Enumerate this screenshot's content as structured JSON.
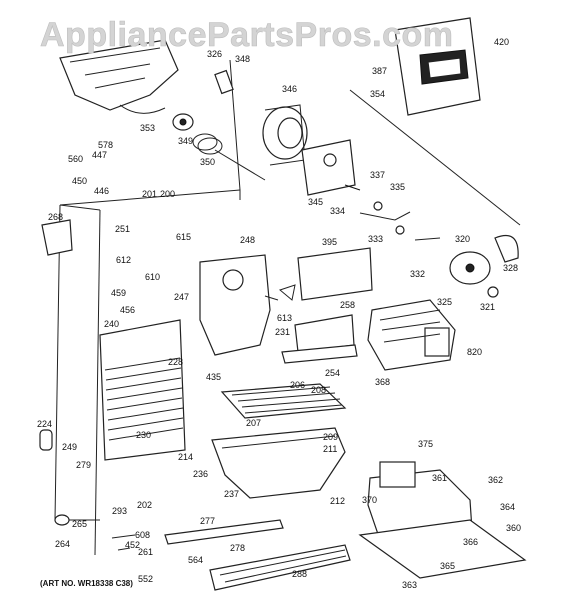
{
  "watermark": "AppliancePartsPros.com",
  "art_number": "(ART NO. WR18338 C38)",
  "callouts": [
    "326",
    "348",
    "346",
    "354",
    "387",
    "353",
    "349",
    "350",
    "578",
    "447",
    "560",
    "450",
    "446",
    "201",
    "200",
    "268",
    "251",
    "615",
    "248",
    "395",
    "337",
    "335",
    "345",
    "334",
    "333",
    "332",
    "320",
    "328",
    "612",
    "610",
    "247",
    "258",
    "325",
    "321",
    "459",
    "456",
    "240",
    "228",
    "613",
    "231",
    "820",
    "435",
    "254",
    "368",
    "206",
    "208",
    "224",
    "230",
    "207",
    "209",
    "211",
    "375",
    "249",
    "214",
    "236",
    "237",
    "212",
    "370",
    "361",
    "362",
    "279",
    "202",
    "364",
    "293",
    "265",
    "264",
    "277",
    "608",
    "452",
    "261",
    "278",
    "360",
    "366",
    "552",
    "564",
    "288",
    "365",
    "363",
    "420"
  ]
}
